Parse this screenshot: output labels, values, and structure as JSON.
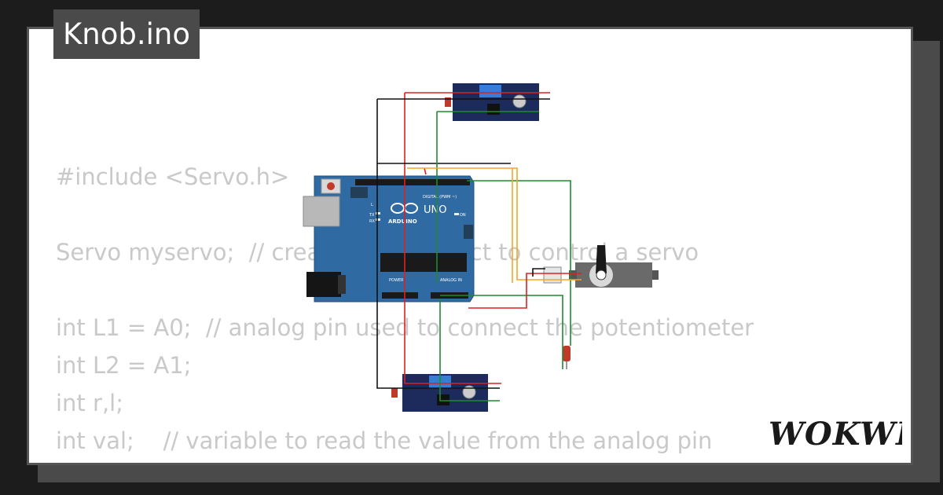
{
  "project": {
    "title": "Knob.ino"
  },
  "brand": {
    "logo_text": "WOKWI"
  },
  "code_lines": [
    "#include <Servo.h>",
    "",
    "Servo myservo;  // create servo object to control a servo",
    "",
    "int L1 = A0;  // analog pin used to connect the potentiometer",
    "int L2 = A1;",
    "int r,l;",
    "int val;    // variable to read the value from the analog pin"
  ],
  "board": {
    "name": "UNO",
    "maker": "ARDUINO",
    "header_digital": "DIGITAL (PWM ~)",
    "header_power": "POWER",
    "header_analog": "ANALOG IN",
    "label_tx": "TX",
    "label_rx": "RX",
    "label_on": "ON",
    "label_l": "L"
  },
  "colors": {
    "background": "#1c1c1c",
    "card": "#ffffff",
    "tag": "#4a4a4a",
    "code_text": "#c9c9c9",
    "board": "#2f6aa3",
    "wire_red": "#e02020",
    "wire_green": "#1e8a2e",
    "wire_black": "#111111",
    "wire_orange": "#f5a623"
  }
}
